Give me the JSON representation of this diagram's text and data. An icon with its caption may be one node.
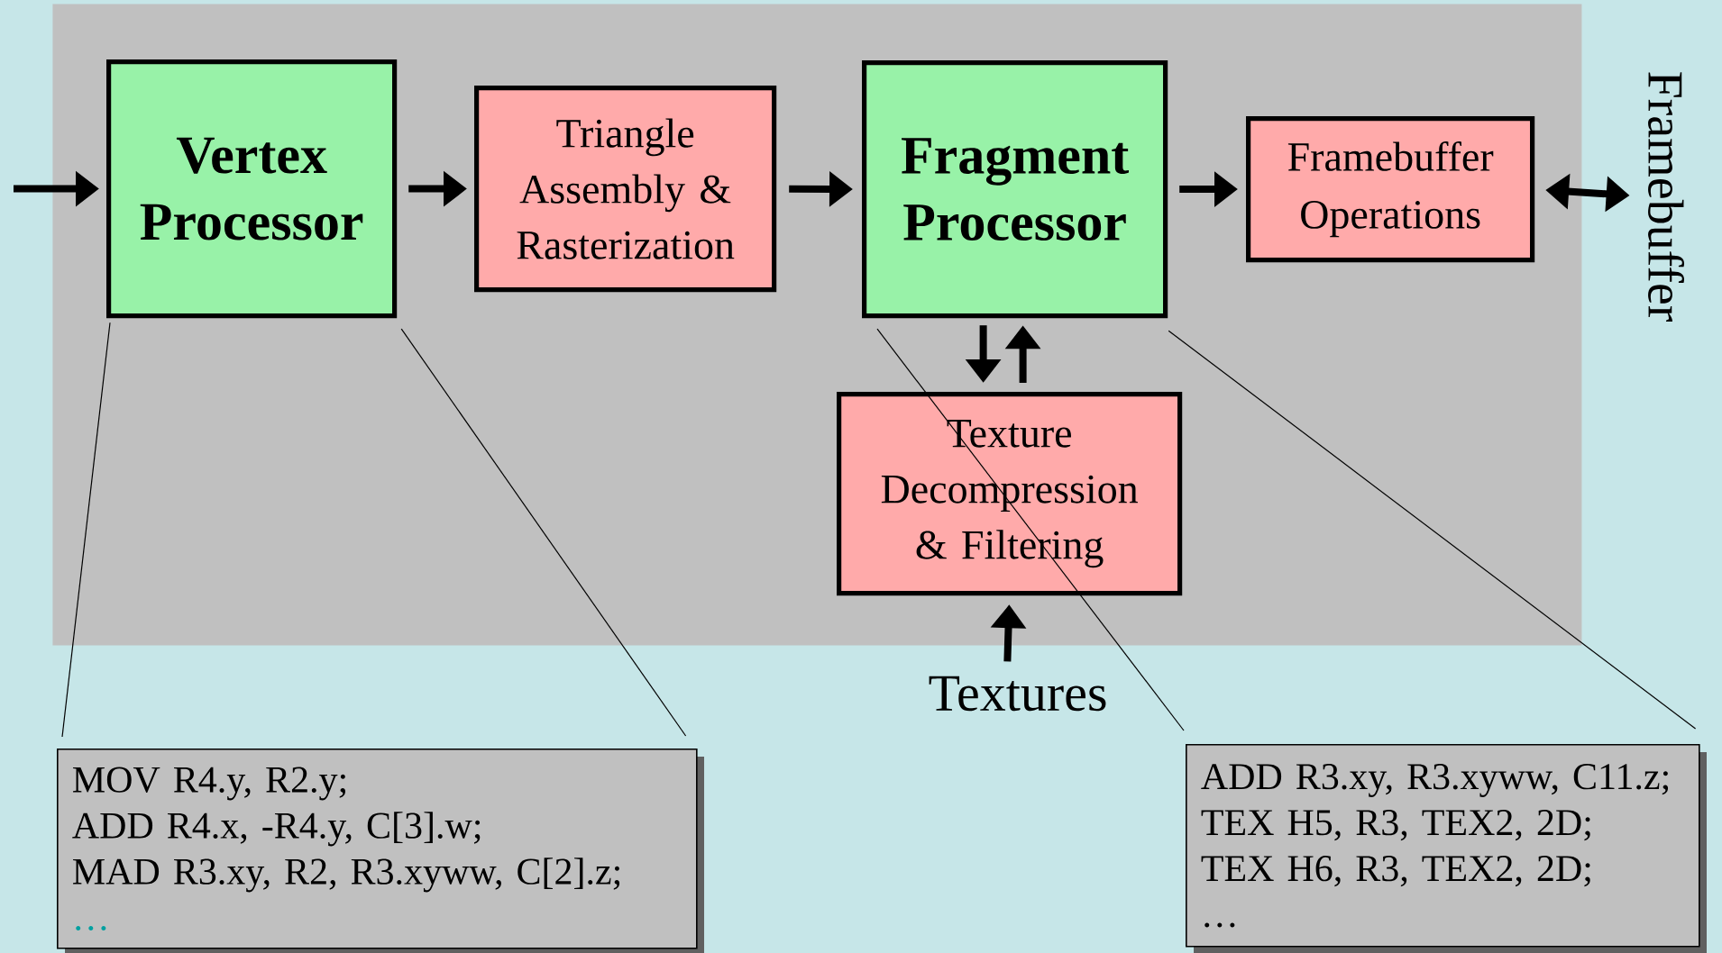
{
  "diagram": {
    "nodes": [
      {
        "text": [],
        "shape": "box"
      },
      {
        "text": [
          "Vertex Processor"
        ],
        "in": 0
      },
      {
        "text": [
          "Triangle Assembly & Rasterization"
        ],
        "in": 0
      },
      {
        "text": [
          "Fragment Processor"
        ],
        "in": 0
      },
      {
        "text": [
          "Framebuffer Operations"
        ],
        "in": 0
      },
      {
        "text": [
          "Texture Decompression & Filtering"
        ],
        "in": 0
      },
      {
        "text": [
          "Framebuffer"
        ]
      },
      {
        "text": [
          "Textures"
        ]
      },
      {
        "text": [
          "MOV R4.y, R2.y;",
          "ADD R4.x, -R4.y, C[3].w;",
          "MAD R3.xy, R2, R3.xyww, C[2].z;",
          "…"
        ]
      },
      {
        "text": [
          "ADD R3.xy, R3.xyww, C11.z;",
          "TEX H5, R3, TEX2, 2D;",
          "TEX H6, R3, TEX2, 2D;",
          "…"
        ]
      }
    ],
    "edges": [
      {
        "from": null,
        "to": 1,
        "arrow": "to"
      },
      {
        "from": 1,
        "to": 2,
        "arrow": "to"
      },
      {
        "from": 2,
        "to": 3,
        "arrow": "to"
      },
      {
        "from": 3,
        "to": 4,
        "arrow": "to"
      },
      {
        "from": 4,
        "to": 6,
        "arrow": "both"
      },
      {
        "from": 3,
        "to": 5,
        "arrow": "to"
      },
      {
        "from": 5,
        "to": 3,
        "arrow": "to"
      },
      {
        "from": 7,
        "to": 5,
        "arrow": "to"
      },
      {
        "from": 1,
        "to": 8,
        "arrow": "none"
      },
      {
        "from": 1,
        "to": 8,
        "arrow": "none"
      },
      {
        "from": 3,
        "to": 9,
        "arrow": "none"
      },
      {
        "from": 3,
        "to": 9,
        "arrow": "none"
      }
    ]
  }
}
